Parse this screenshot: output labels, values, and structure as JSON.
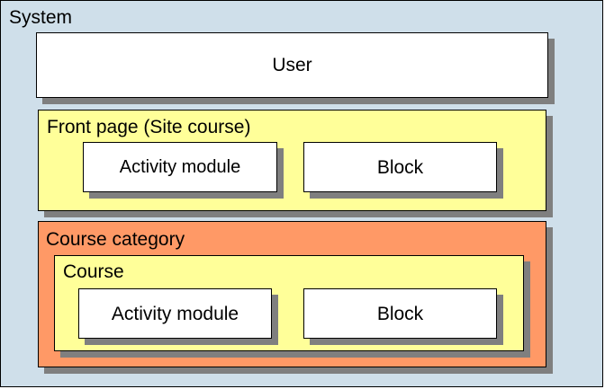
{
  "colors": {
    "system_fill": "#cfdfea",
    "white_fill": "#ffffff",
    "yellow_fill": "#ffff99",
    "orange_fill": "#ff9966",
    "shadow": "#7f7f7f",
    "border": "#000000"
  },
  "diagram": {
    "system": {
      "label": "System",
      "user": {
        "label": "User"
      },
      "front_page": {
        "label": "Front page (Site course)",
        "activity_module": {
          "label": "Activity module"
        },
        "block": {
          "label": "Block"
        }
      },
      "course_category": {
        "label": "Course category",
        "course": {
          "label": "Course",
          "activity_module": {
            "label": "Activity module"
          },
          "block": {
            "label": "Block"
          }
        }
      }
    }
  }
}
